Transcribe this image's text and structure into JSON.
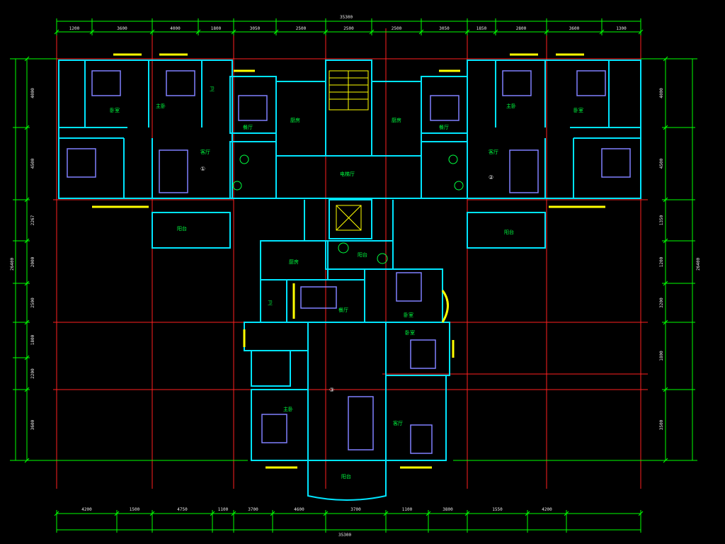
{
  "drawing": {
    "background": "#000000",
    "colors": {
      "dimension": "#00ff00",
      "axis": "#ff2020",
      "wall": "#00e5ff",
      "window": "#ffff00",
      "furniture": "#8080ff",
      "label": "#00ff40",
      "door": "#ffff00"
    },
    "overall_dims": {
      "top": "35300",
      "bottom": "35300",
      "left": "26400",
      "right": "26400"
    },
    "top_dims": [
      "1200",
      "3600",
      "4000",
      "1800",
      "3050",
      "2500",
      "2500",
      "2500",
      "3050",
      "1850",
      "2800",
      "3600",
      "1300"
    ],
    "bottom_dims": [
      "4200",
      "1500",
      "4750",
      "1100",
      "3700",
      "4600",
      "3700",
      "1100",
      "3800",
      "1550",
      "4200"
    ],
    "left_dims": [
      "4000",
      "4500",
      "2267",
      "2000",
      "2500",
      "1800",
      "2200",
      "3600"
    ],
    "right_dims": [
      "4000",
      "4500",
      "1350",
      "1200",
      "3200",
      "1800",
      "3500"
    ],
    "unit_numbers": [
      "①",
      "②",
      "③"
    ],
    "room_labels": [
      "卧室",
      "主卧",
      "卫",
      "厨房",
      "餐厅",
      "客厅",
      "阳台",
      "电梯厅",
      "卧室",
      "主卧",
      "厨房",
      "餐厅",
      "客厅",
      "阳台",
      "厨房",
      "阳台",
      "餐厅",
      "卧室",
      "卧室",
      "主卧",
      "客厅",
      "阳台",
      "卫"
    ]
  }
}
